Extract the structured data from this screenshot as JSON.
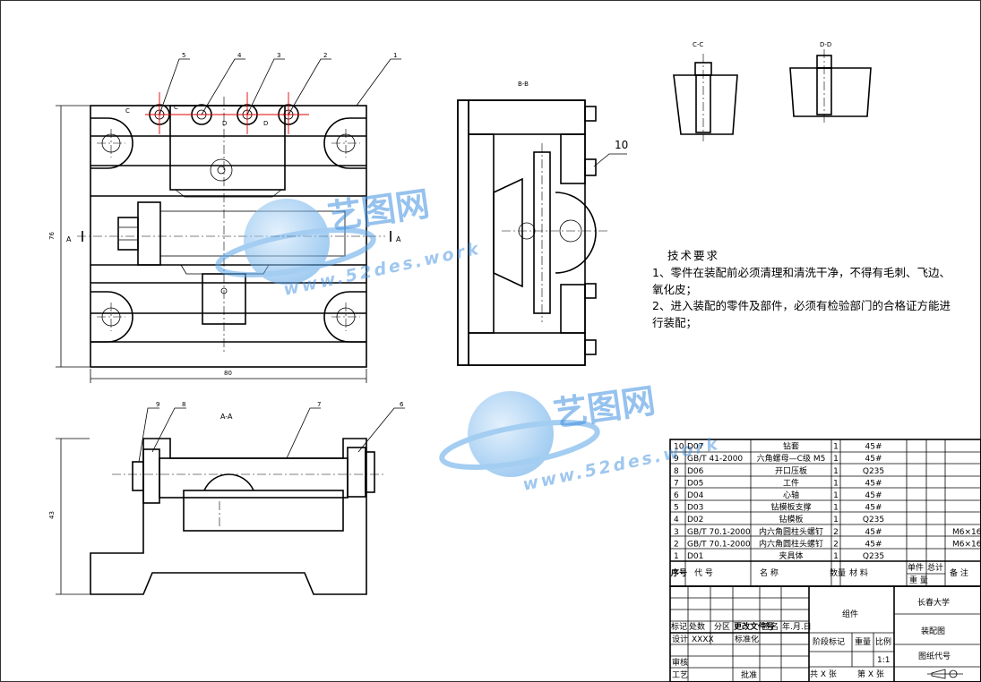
{
  "section_labels": {
    "bb": "B-B",
    "cc": "C-C",
    "dd": "D-D",
    "aa": "A-A"
  },
  "view_letters": [
    "C",
    "C",
    "D",
    "D",
    "A",
    "A"
  ],
  "dimensions": {
    "height": "76",
    "width": "80",
    "height_aa": "43"
  },
  "part_callouts": {
    "top": [
      "5",
      "4",
      "3",
      "2",
      "1"
    ],
    "right": "10",
    "aa": [
      "9",
      "8",
      "7",
      "6"
    ]
  },
  "tech_requirements": {
    "title": "技术要求",
    "lines": [
      "1、零件在装配前必须清理和清洗干净，不得有毛刺、飞边、",
      "氧化皮；",
      "2、进入装配的零件及部件，必须有检验部门的合格证方能进",
      "行装配；"
    ]
  },
  "watermark": {
    "brand": "艺图网",
    "url": "www.52des.work"
  },
  "bom": {
    "rows": [
      {
        "no": "10",
        "code": "D07",
        "name": "钻套",
        "qty": "1",
        "material": "45#",
        "note": ""
      },
      {
        "no": "9",
        "code": "GB/T 41-2000",
        "name": "六角螺母—C级 M5",
        "qty": "1",
        "material": "45#",
        "note": ""
      },
      {
        "no": "8",
        "code": "D06",
        "name": "开口压板",
        "qty": "1",
        "material": "Q235",
        "note": ""
      },
      {
        "no": "7",
        "code": "D05",
        "name": "工件",
        "qty": "1",
        "material": "45#",
        "note": ""
      },
      {
        "no": "6",
        "code": "D04",
        "name": "心轴",
        "qty": "1",
        "material": "45#",
        "note": ""
      },
      {
        "no": "5",
        "code": "D03",
        "name": "钻模板支撑",
        "qty": "1",
        "material": "45#",
        "note": ""
      },
      {
        "no": "4",
        "code": "D02",
        "name": "钻模板",
        "qty": "1",
        "material": "Q235",
        "note": ""
      },
      {
        "no": "3",
        "code": "GB/T 70.1-2000",
        "name": "内六角圆柱头螺钉",
        "qty": "2",
        "material": "45#",
        "note": "M6×16"
      },
      {
        "no": "2",
        "code": "GB/T 70.1-2000",
        "name": "内六角圆柱头螺钉",
        "qty": "2",
        "material": "45#",
        "note": "M6×16"
      },
      {
        "no": "1",
        "code": "D01",
        "name": "夹具体",
        "qty": "1",
        "material": "Q235",
        "note": ""
      }
    ],
    "header": {
      "no": "序号",
      "code": "代    号",
      "name": "名    称",
      "qty": "数量",
      "material": "材    料",
      "single": "单件",
      "total": "总计",
      "weight": "重    量",
      "note": "备 注"
    }
  },
  "title_block": {
    "group": "组件",
    "university": "长春大学",
    "drawing_type": "装配图",
    "drawing_code": "图纸代号",
    "scale": "1:1",
    "stage_mark": "阶段标记",
    "weight": "重量",
    "ratio": "比例",
    "sheets_total": "共  X  张",
    "sheet_no": "第  X  张",
    "mark": "标记",
    "count": "处数",
    "zone": "分区",
    "change_doc": "更改文件号",
    "sign": "签名",
    "date": "年.月.日",
    "design": "设计",
    "designer": "XXXX",
    "standard": "标准化",
    "check": "审核",
    "process": "工艺",
    "approve": "批准"
  }
}
